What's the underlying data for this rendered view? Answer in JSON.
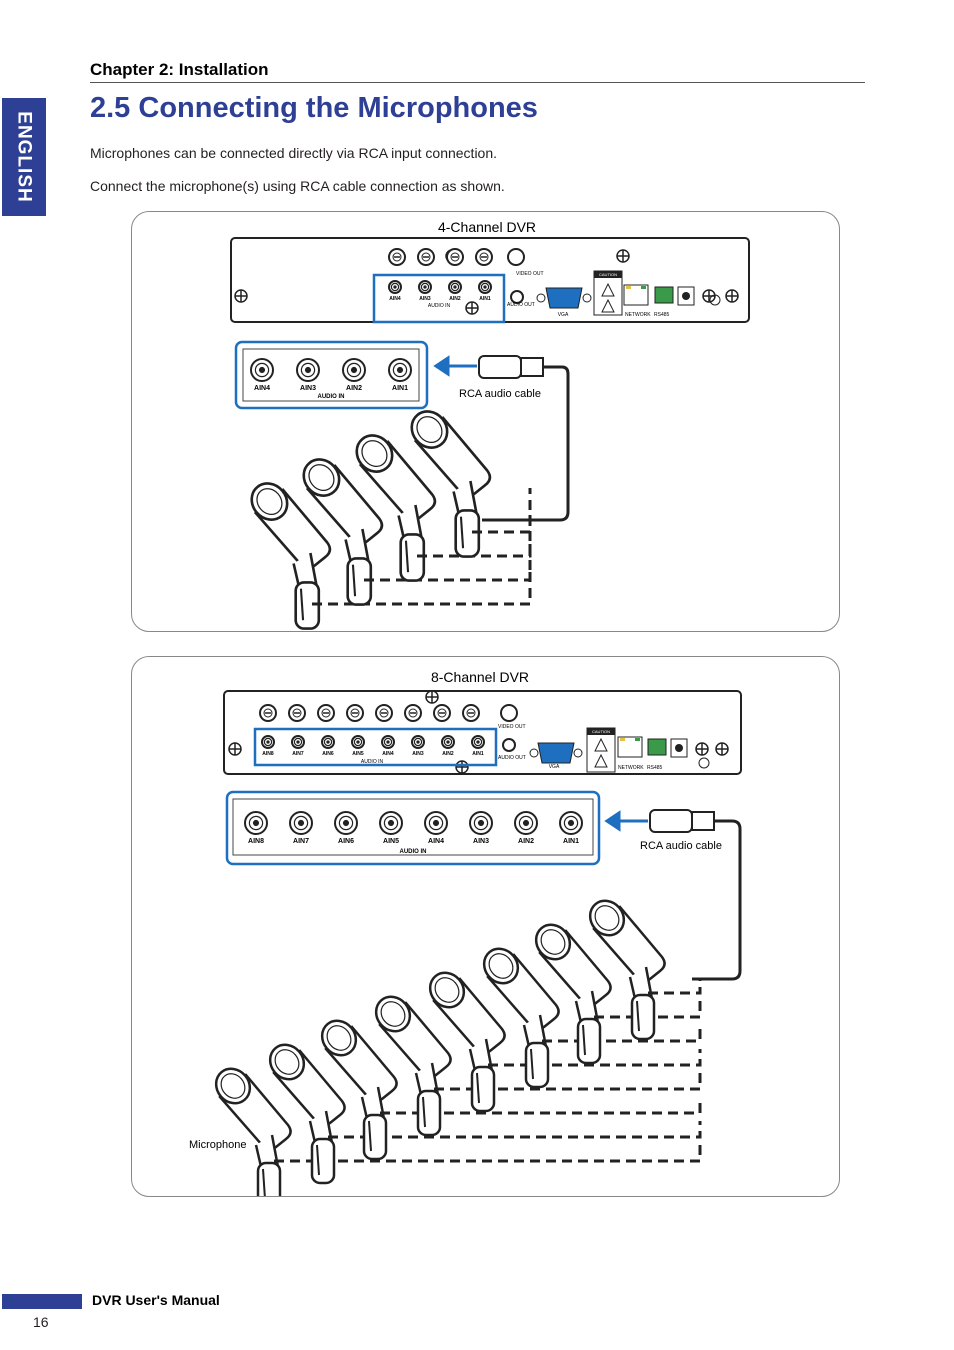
{
  "sidebar": {
    "language": "ENGLISH"
  },
  "header": {
    "chapter": "Chapter 2: Installation",
    "title": "2.5 Connecting the Microphones"
  },
  "body": {
    "para1": "Microphones can be connected directly via RCA input connection.",
    "para2": "Connect the microphone(s) using RCA cable connection as shown."
  },
  "diagram4": {
    "title": "4-Channel DVR",
    "inputs": [
      "AIN4",
      "AIN3",
      "AIN2",
      "AIN1"
    ],
    "audio_in": "AUDIO IN",
    "audio_out": "AUDIO OUT",
    "video_out": "VIDEO OUT",
    "vga": "VGA",
    "network": "NETWORK",
    "rs485": "RS485",
    "caution": "CAUTION",
    "cable_label": "RCA audio cable",
    "mic_count": 4
  },
  "diagram8": {
    "title": "8-Channel DVR",
    "inputs": [
      "AIN8",
      "AIN7",
      "AIN6",
      "AIN5",
      "AIN4",
      "AIN3",
      "AIN2",
      "AIN1"
    ],
    "audio_in": "AUDIO IN",
    "audio_out": "AUDIO OUT",
    "video_out": "VIDEO OUT",
    "vga": "VGA",
    "network": "NETWORK",
    "rs485": "RS485",
    "caution": "CAUTION",
    "cable_label": "RCA audio cable",
    "mic_label": "Microphone",
    "mic_count": 8
  },
  "footer": {
    "manual": "DVR User's Manual",
    "page": "16"
  },
  "colors": {
    "accent": "#2e3f96",
    "highlight": "#1e6fc0",
    "ink": "#231f20"
  }
}
